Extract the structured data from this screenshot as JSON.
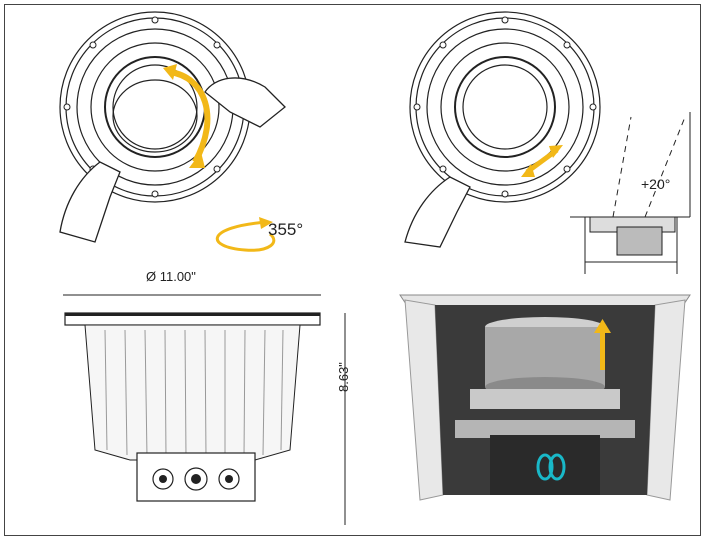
{
  "annotations": {
    "rotation_angle": "355°",
    "tilt_angle": "+20°",
    "diameter": "Ø 11.00\"",
    "height": "8.63\""
  },
  "colors": {
    "arrow": "#f2b818",
    "line": "#222222",
    "metal_light": "#e8e8e8",
    "metal_dark": "#3a3a3a",
    "accent_teal": "#19b8c8"
  },
  "icons": {
    "rotate": "rotate-arrow-icon",
    "tilt": "tilt-arrow-icon",
    "slide": "up-arrow-icon"
  }
}
